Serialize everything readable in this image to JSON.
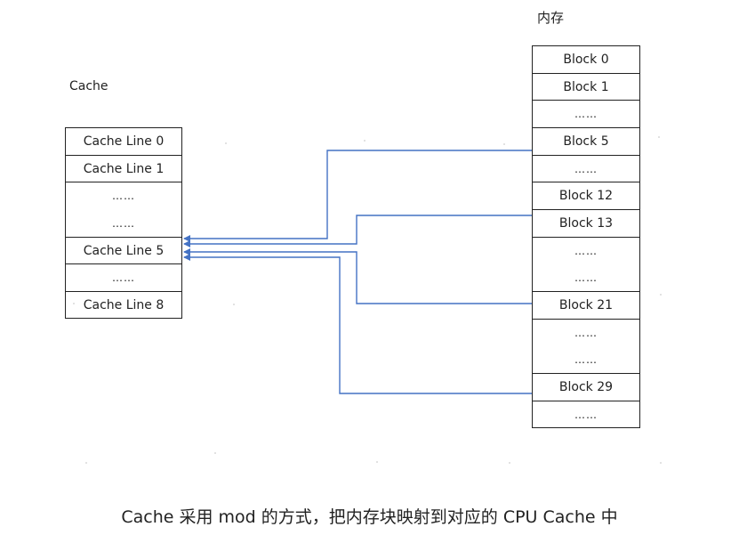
{
  "memory_title": "内存",
  "cache_title": "Cache",
  "cache_lines": [
    {
      "label": "Cache Line 0",
      "kind": "line"
    },
    {
      "label": "Cache Line 1",
      "kind": "line"
    },
    {
      "labels": [
        "……",
        "……"
      ],
      "kind": "gap"
    },
    {
      "label": "Cache Line 5",
      "kind": "line"
    },
    {
      "label": "……",
      "kind": "dots"
    },
    {
      "label": "Cache Line 8",
      "kind": "line"
    }
  ],
  "memory_blocks": [
    {
      "label": "Block 0",
      "kind": "line"
    },
    {
      "label": "Block 1",
      "kind": "line"
    },
    {
      "label": "……",
      "kind": "dots"
    },
    {
      "label": "Block 5",
      "kind": "line"
    },
    {
      "label": "……",
      "kind": "dots"
    },
    {
      "label": "Block 12",
      "kind": "line"
    },
    {
      "label": "Block 13",
      "kind": "line"
    },
    {
      "labels": [
        "……",
        "……"
      ],
      "kind": "gap"
    },
    {
      "label": "Block 21",
      "kind": "line"
    },
    {
      "labels": [
        "……",
        "……"
      ],
      "kind": "gap"
    },
    {
      "label": "Block 29",
      "kind": "line"
    },
    {
      "label": "……",
      "kind": "dots"
    }
  ],
  "mappings": [
    {
      "from": "Block 5",
      "to": "Cache Line 5"
    },
    {
      "from": "Block 13",
      "to": "Cache Line 5"
    },
    {
      "from": "Block 21",
      "to": "Cache Line 5"
    },
    {
      "from": "Block 29",
      "to": "Cache Line 5"
    }
  ],
  "colors": {
    "connector": "#4472c4",
    "border": "#222222"
  },
  "caption": "Cache 采用 mod 的方式，把内存块映射到对应的 CPU Cache 中"
}
